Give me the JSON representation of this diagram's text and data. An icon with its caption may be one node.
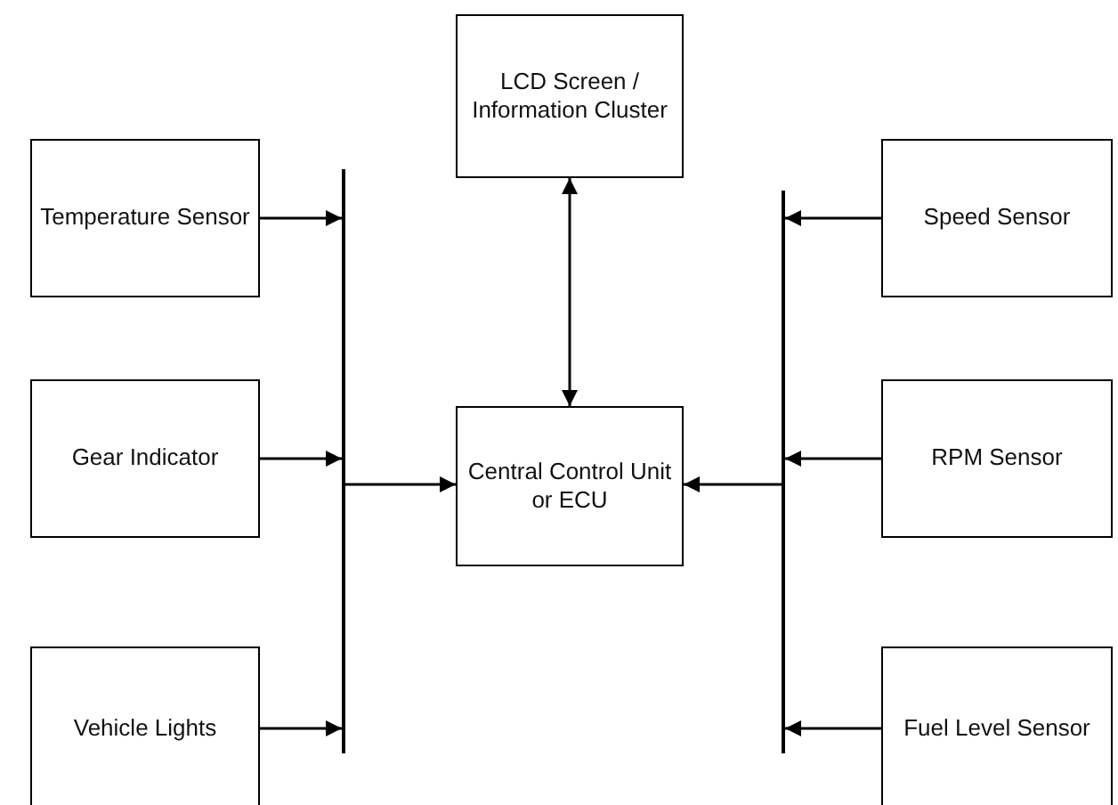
{
  "diagram": {
    "nodes": [
      {
        "text": [
          "LCD Screen / Information Cluster"
        ]
      },
      {
        "text": [
          "Temperature Sensor"
        ]
      },
      {
        "text": [],
        "shape": "bar"
      },
      {
        "text": [],
        "shape": "bar"
      },
      {
        "text": [
          "Speed Sensor"
        ]
      },
      {
        "text": [
          "Gear Indicator"
        ]
      },
      {
        "text": [
          "Central Control Unit or ECU"
        ]
      },
      {
        "text": [
          "RPM Sensor"
        ]
      },
      {
        "text": [
          "Vehicle Lights"
        ]
      },
      {
        "text": [
          "Fuel Level Sensor"
        ]
      }
    ],
    "edges": [
      {
        "from": 1,
        "to": 2,
        "arrow": "to"
      },
      {
        "from": 5,
        "to": 2,
        "arrow": "to"
      },
      {
        "from": 8,
        "to": 2,
        "arrow": "to"
      },
      {
        "from": 2,
        "to": 6,
        "arrow": "to"
      },
      {
        "from": 4,
        "to": 3,
        "arrow": "to"
      },
      {
        "from": 7,
        "to": 3,
        "arrow": "to"
      },
      {
        "from": 9,
        "to": 3,
        "arrow": "to"
      },
      {
        "from": 3,
        "to": 6,
        "arrow": "to"
      },
      {
        "from": 0,
        "to": 6,
        "arrow": "both"
      }
    ]
  }
}
